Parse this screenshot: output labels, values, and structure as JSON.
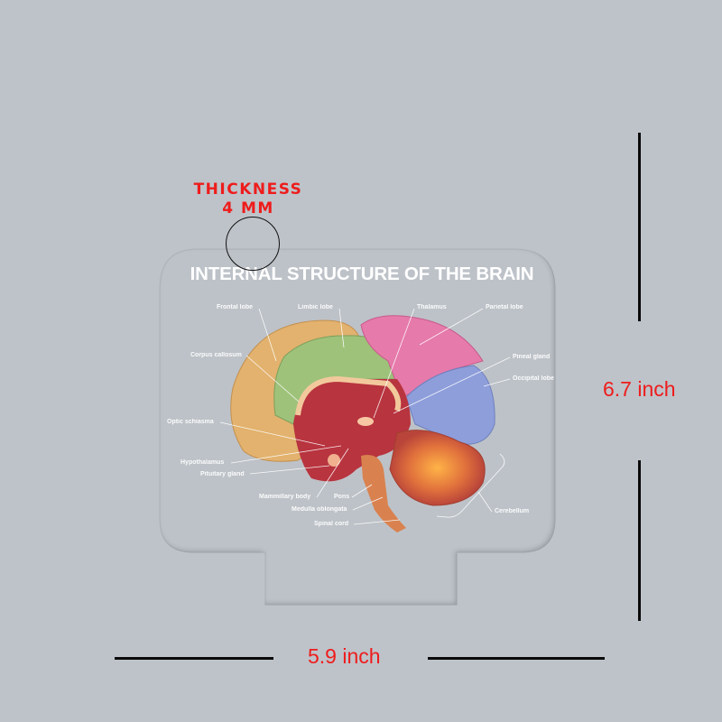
{
  "thickness": {
    "line1": "THICKNESS",
    "line2": "4 MM"
  },
  "card": {
    "title": "INTERNAL STRUCTURE OF THE BRAIN"
  },
  "labels": {
    "frontal_lobe": "Frontal lobe",
    "limbic_lobe": "Limbic lobe",
    "thalamus": "Thalamus",
    "parietal_lobe": "Parietal lobe",
    "corpus_callosum": "Corpus callosum",
    "pineal_gland": "Pineal gland",
    "occipital_lobe": "Occipital lobe",
    "optic_chiasma": "Optic schiasma",
    "hypothalamus": "Hypothalamus",
    "pituitary_gland": "Pituitary gland",
    "mammillary_body": "Mammillary body",
    "pons": "Pons",
    "medulla_oblongata": "Medulla oblongata",
    "spinal_cord": "Spinal cord",
    "cerebellum": "Cerebellum"
  },
  "dimensions": {
    "height": "6.7 inch",
    "width": "5.9 inch"
  },
  "colors": {
    "background": "#bec3c9",
    "dimension_text": "#ee1c1c",
    "frontal": "#e2b26e",
    "limbic": "#9ec27a",
    "parietal": "#e67aab",
    "occipital": "#8e9edb",
    "cerebellum": "#c8553f",
    "inner": "#b8343f"
  }
}
